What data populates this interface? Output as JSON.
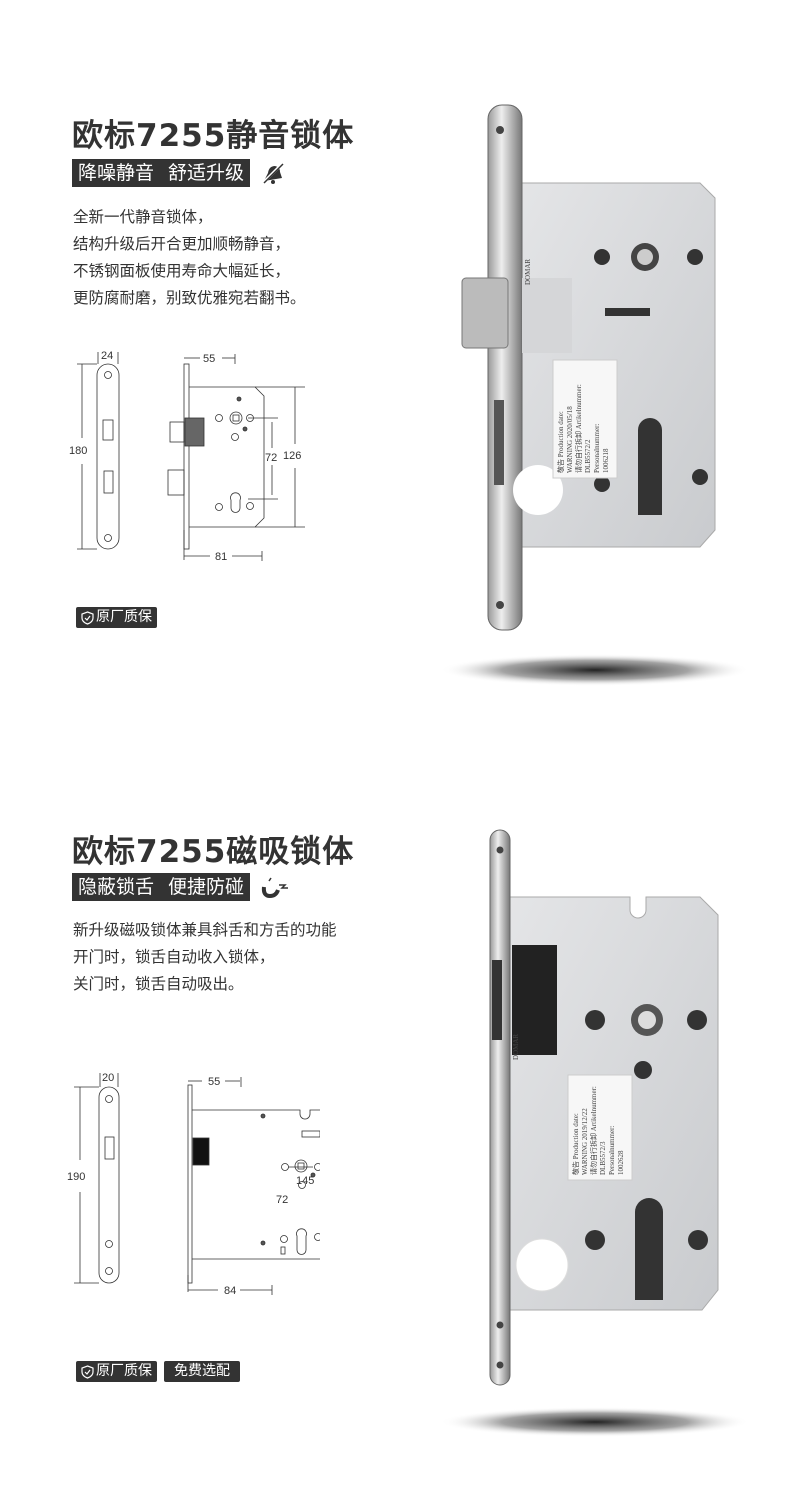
{
  "sections": [
    {
      "title": "欧标7255静音锁体",
      "badge": [
        "降噪静音",
        "舒适升级"
      ],
      "badge_icon": "mute-bell-icon",
      "body": [
        "全新一代静音锁体，",
        "结构升级后开合更加顺畅静音，",
        "不锈钢面板使用寿命大幅延长，",
        "更防腐耐磨，别致优雅宛若翻书。"
      ],
      "dimensions": {
        "faceplate_width": "24",
        "height": "180",
        "backset": "55",
        "case_height": "126",
        "center": "72",
        "depth": "81"
      },
      "tags": [
        "原厂质保"
      ],
      "product_label": [
        "敬告 Production date:",
        "WARNING 2020/05/18",
        "请勿自行拆卸 Artikelnummer:",
        "DLB5572/2",
        "Personalnummer:",
        "1006218"
      ],
      "brand_mark": "DOMAR"
    },
    {
      "title": "欧标7255磁吸锁体",
      "badge": [
        "隐蔽锁舌",
        "便捷防碰"
      ],
      "badge_icon": "magnet-icon",
      "body": [
        "新升级磁吸锁体兼具斜舌和方舌的功能",
        "开门时，锁舌自动收入锁体，",
        "关门时，锁舌自动吸出。"
      ],
      "dimensions": {
        "faceplate_width": "20",
        "height": "190",
        "backset": "55",
        "case_height": "145",
        "center": "72",
        "depth": "84"
      },
      "tags": [
        "原厂质保",
        "免费选配"
      ],
      "product_label": [
        "敬告 Production date:",
        "WARNING 2019/12/22",
        "请勿自行拆卸 Artikelnummer:",
        "DLB5572/3",
        "Personalnummer:",
        "1002628"
      ],
      "brand_mark": "DOMAR"
    }
  ]
}
